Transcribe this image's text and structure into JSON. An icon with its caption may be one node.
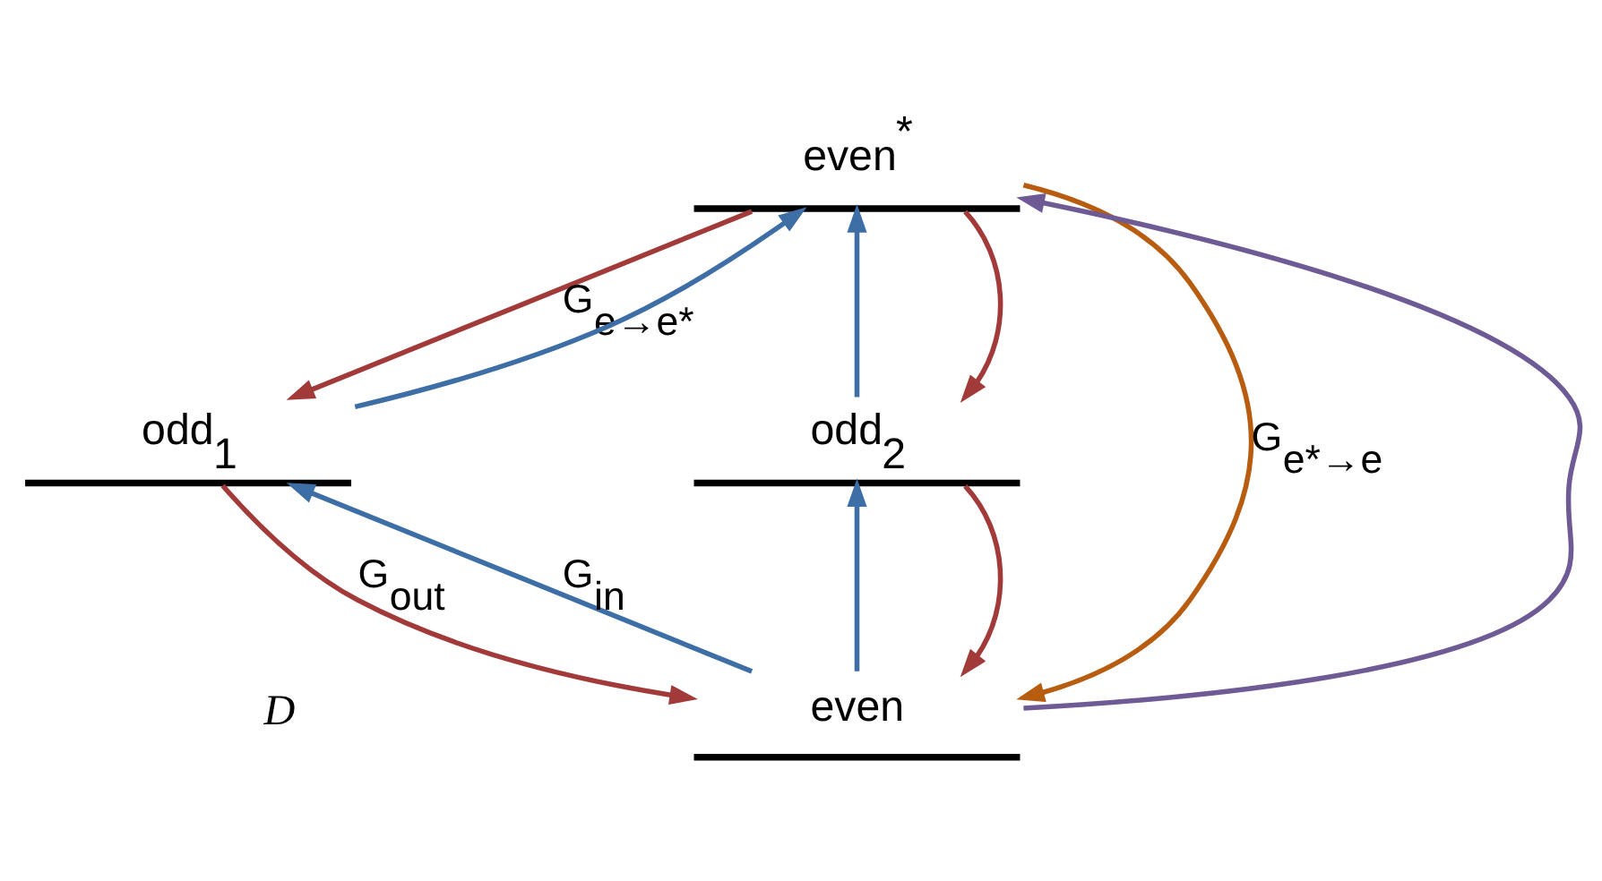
{
  "diagram": {
    "nodes": [
      {
        "text": [
          "even$^{*}$"
        ]
      },
      {
        "text": [
          "odd$_{1}$"
        ]
      },
      {
        "text": [
          "odd$_{2}$"
        ]
      },
      {
        "text": [
          "even"
        ]
      }
    ],
    "edges": [
      {
        "from": 1,
        "to": 0,
        "arrow": "to",
        "color": "#3e6ea6"
      },
      {
        "from": 0,
        "to": 1,
        "arrow": "to",
        "color": "#a23a3a",
        "label": "G$_{e→e*}$"
      },
      {
        "from": 3,
        "to": 1,
        "arrow": "to",
        "color": "#3e6ea6",
        "label": "G$_{in}$"
      },
      {
        "from": 1,
        "to": 3,
        "arrow": "to",
        "color": "#a23a3a",
        "label": "G$_{out}$"
      },
      {
        "from": 3,
        "to": 0,
        "arrow": "to",
        "color": "#6e5a94"
      },
      {
        "from": 0,
        "to": 3,
        "arrow": "to",
        "color": "#b85c10",
        "label": "G$_{e*→e}$"
      },
      {
        "from": 2,
        "to": 0,
        "arrow": "to",
        "color": "#3e6ea6"
      },
      {
        "from": 0,
        "to": 2,
        "arrow": "to",
        "color": "#a23a3a"
      },
      {
        "from": 3,
        "to": 2,
        "arrow": "to",
        "color": "#3e6ea6"
      },
      {
        "from": 2,
        "to": 3,
        "arrow": "to",
        "color": "#a23a3a"
      }
    ],
    "labels": [
      "D"
    ]
  }
}
